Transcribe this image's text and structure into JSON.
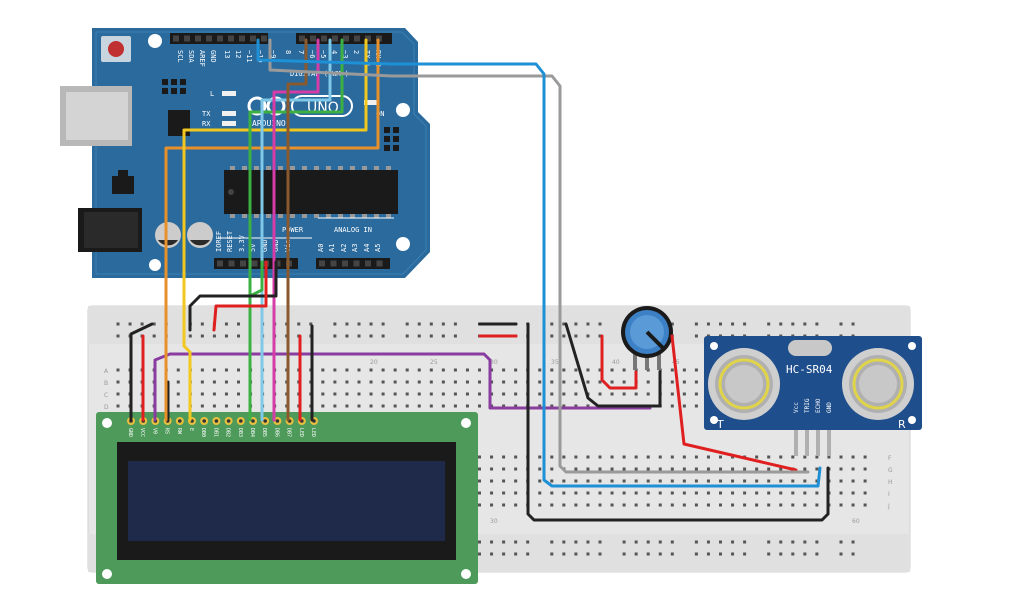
{
  "arduino": {
    "model": "UNO",
    "brand": "ARDUINO",
    "digital_header_label": "DIGITAL (PWM~)",
    "top_pins": [
      "SCL",
      "SDA",
      "AREF",
      "GND",
      "13",
      "12",
      "~11",
      "~10",
      "~9",
      "8",
      "7",
      "~6",
      "~5",
      "4",
      "~3",
      "2",
      "TX→1",
      "RX←0"
    ],
    "power_label": "POWER",
    "analog_label": "ANALOG IN",
    "power_pins": [
      "IOREF",
      "RESET",
      "3.3V",
      "5V",
      "GND",
      "GND",
      "Vin"
    ],
    "analog_pins": [
      "A0",
      "A1",
      "A2",
      "A3",
      "A4",
      "A5"
    ],
    "led_labels": [
      "L",
      "TX",
      "RX"
    ],
    "on_label": "ON"
  },
  "breadboard": {
    "rows_top": [
      "A",
      "B",
      "C",
      "D"
    ],
    "rows_bottom": [
      "F",
      "G",
      "H",
      "I",
      "J"
    ],
    "col_numbers_top": [
      "20",
      "25",
      "30",
      "35",
      "40",
      "45"
    ],
    "col_numbers_bottom": [
      "30",
      "60"
    ]
  },
  "lcd": {
    "pins": [
      "GND",
      "VCC",
      "V0",
      "RS",
      "RW",
      "E",
      "DB0",
      "DB1",
      "DB2",
      "DB3",
      "DB4",
      "DB5",
      "DB6",
      "DB7",
      "LED",
      "LED"
    ]
  },
  "sensor": {
    "name": "HC-SR04",
    "pins": [
      "Vcc",
      "TRIG",
      "ECHO",
      "GND"
    ],
    "left_mark": "T",
    "right_mark": "R"
  },
  "colors": {
    "arduino_board": "#2a6a9c",
    "breadboard": "#e6e6e6",
    "lcd_board": "#4e9a5a",
    "lcd_screen": "#1f2a4a",
    "sensor_board": "#1f4e8c",
    "wire_red": "#e02020",
    "wire_black": "#222222",
    "wire_orange": "#e8902a",
    "wire_yellow": "#f2c81e",
    "wire_green": "#3cb043",
    "wire_lightblue": "#7fc8e8",
    "wire_pink": "#d63ca8",
    "wire_brown": "#8a5a2e",
    "wire_purple": "#8a3ca0",
    "wire_gray": "#9a9a9a",
    "wire_blue": "#1e90d6"
  }
}
